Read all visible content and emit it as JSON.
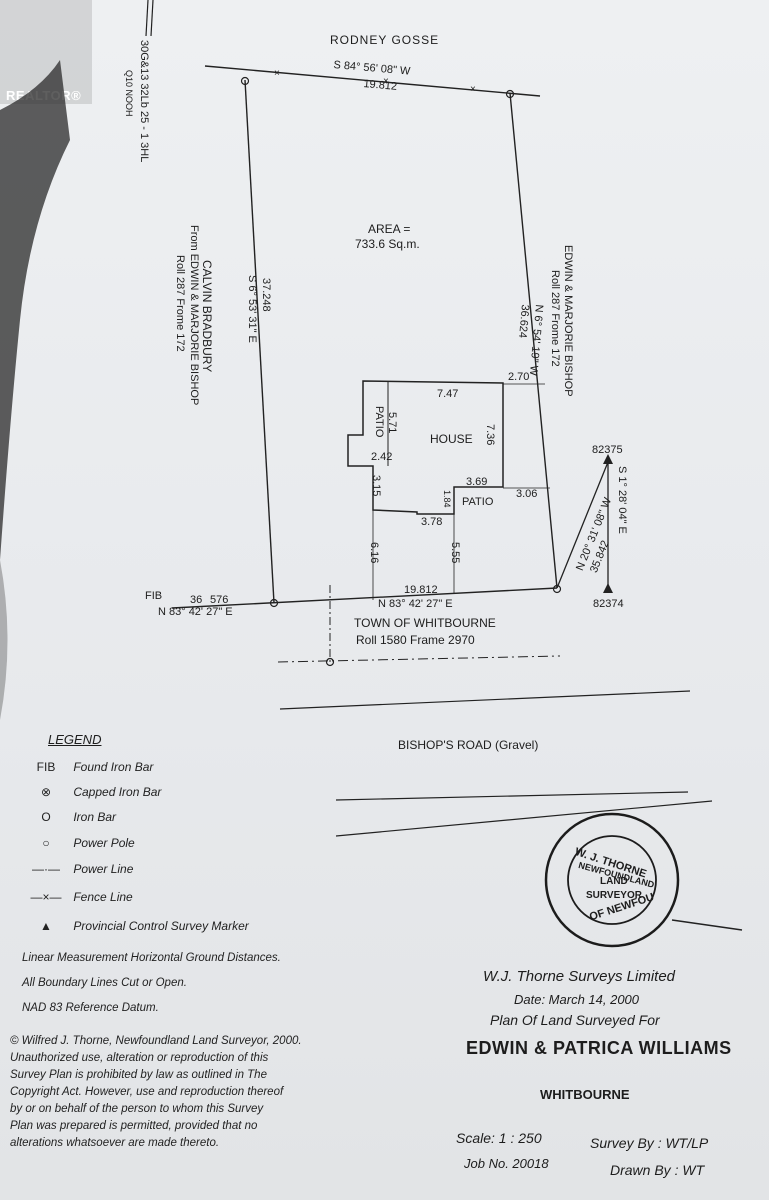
{
  "watermark": {
    "brand": "REALTOR®"
  },
  "margin_text": {
    "rotated_1": "30G&13 32Lb 25 - 1 3HL",
    "rotated_2": "Q10 NOOH"
  },
  "north_neighbour": "RODNEY GOSSE",
  "north_bearing": "S 84° 56' 08\" W",
  "north_distance": "19.812",
  "area_label": "AREA =",
  "area_value": "733.6 Sq.m.",
  "west_neighbour": {
    "line1": "CALVIN BRADBURY",
    "line2": "From EDWIN & MARJORIE BISHOP",
    "line3": "Roll 287 Frome 172"
  },
  "west_distance": "37.248",
  "west_bearing": "S 6° 53' 31\" E",
  "east_neighbour": {
    "line1": "EDWIN & MARJORIE BISHOP",
    "line2": "Roll 287 Frome 172"
  },
  "east_distance": "36.624",
  "east_bearing": "N 6° 54' 19\" W",
  "house": {
    "label": "HOUSE",
    "patio_top": "PATIO",
    "patio_bottom": "PATIO",
    "dims": {
      "top": "7.47",
      "right_side": "7.36",
      "patio_w": "5.71",
      "patio_h": "2.42",
      "step": "3.15",
      "patio2_top": "3.69",
      "patio2_h": "1.84",
      "bottom": "3.78",
      "set_east": "2.70",
      "set_east2": "3.06",
      "front_left": "6.16",
      "front_right": "5.55"
    }
  },
  "monuments": {
    "m1": "82375",
    "m2": "82374",
    "diag_bearing": "N 20° 31' 08\" W",
    "diag_distance": "35.842",
    "vert_bearing": "S 1° 28' 04\" E"
  },
  "south": {
    "fib": "FIB",
    "left_dist1": "36",
    "left_dist2": "576",
    "left_bearing": "N 83° 42' 27\" E",
    "distance": "19.812",
    "bearing": "N 83° 42' 27\" E",
    "neighbour": "TOWN OF WHITBOURNE",
    "roll": "Roll 1580 Frame 2970"
  },
  "road": "BISHOP'S ROAD (Gravel)",
  "legend": {
    "title": "LEGEND",
    "items": [
      {
        "sym": "FIB",
        "label": "Found Iron Bar"
      },
      {
        "sym": "⊗",
        "label": "Capped Iron Bar"
      },
      {
        "sym": "O",
        "label": "Iron Bar"
      },
      {
        "sym": "○",
        "label": "Power Pole"
      },
      {
        "sym": "—·—",
        "label": "Power Line"
      },
      {
        "sym": "—×—",
        "label": "Fence Line"
      },
      {
        "sym": "▲",
        "label": "Provincial Control Survey Marker"
      }
    ]
  },
  "notes": [
    "Linear Measurement Horizontal Ground Distances.",
    "All Boundary Lines Cut or Open.",
    "NAD 83 Reference Datum."
  ],
  "copyright": [
    "© Wilfred J. Thorne, Newfoundland Land Surveyor, 2000.",
    "Unauthorized use, alteration or reproduction of this",
    "Survey Plan is prohibited by law as outlined in The",
    "Copyright Act. However, use and reproduction thereof",
    "by or on behalf of the person to whom this Survey",
    "Plan was prepared is permitted, provided that no",
    "alterations whatsoever are made thereto."
  ],
  "seal": {
    "top": "W. J. THORNE",
    "ring": "NEWFOUNDLAND",
    "centre1": "LAND",
    "centre2": "SURVEYOR",
    "bottom": "OF NEWFOU"
  },
  "company": "W.J. Thorne Surveys Limited",
  "date_line": "Date: March 14, 2000",
  "plan_title": "Plan Of Land Surveyed For",
  "client": "EDWIN & PATRICA WILLIAMS",
  "place": "WHITBOURNE",
  "scale": "Scale: 1 : 250",
  "survey_by": "Survey By : WT/LP",
  "job": "Job No. 20018",
  "drawn_by": "Drawn By : WT"
}
